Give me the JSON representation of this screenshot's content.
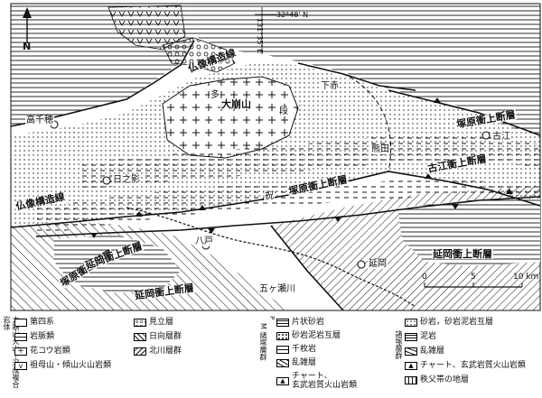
{
  "map": {
    "north_label": "N",
    "coord_lat": "32°48' N",
    "coord_lon": "131°35' E",
    "places": {
      "takachiho": "高千穂",
      "hinokage": "日之影",
      "yatake": "八戸",
      "nobeoka": "延岡",
      "shimoakagawa": "下赤",
      "kumata": "熊田",
      "furue": "古江",
      "okueyama": "大崩山",
      "kitagawa": "五ヶ瀬川",
      "mo": "祝",
      "dan": "段",
      "ku": "多"
    },
    "faults": {
      "butsuzo_n": "仏像構造線",
      "butsuzo_w": "仏像構造線",
      "tsukabaru_e": "塚原衝上断層",
      "tsukabaru_c": "塚原衝上断層",
      "tsukabaru_w": "塚原衝上断層",
      "furue": "古江衝上断層",
      "nobeoka_e": "延岡衝上断層",
      "nobeoka_w": "延岡衝上断層",
      "nobeoka_sw": "延岡衝上断層"
    }
  },
  "scale": {
    "ticks": [
      "0",
      "5",
      "10 km"
    ]
  },
  "legend": {
    "group_left": "大崩山火山―深成複合岩体",
    "group_mid": "M 諸塚層群",
    "group_mid2": "P",
    "group_right": "諸塚層群",
    "items_left": [
      "第四系",
      "岩脈類",
      "花コウ岩類",
      "祖母山・傾山火山岩類"
    ],
    "items_mid_a": [
      "見立層",
      "日向層群",
      "北川層群"
    ],
    "items_mid_b": [
      "片状砂岩",
      "砂岩泥岩互層",
      "千枚岩",
      "乱雑層",
      "チャート、",
      "玄武岩質火山岩類"
    ],
    "items_right": [
      "砂岩，砂岩泥岩互層",
      "泥岩",
      "乱雑層",
      "チャート、玄武岩質火山岩類",
      "秩父帯の地層"
    ]
  },
  "colors": {
    "ink": "#111111",
    "paper": "#ffffff"
  }
}
